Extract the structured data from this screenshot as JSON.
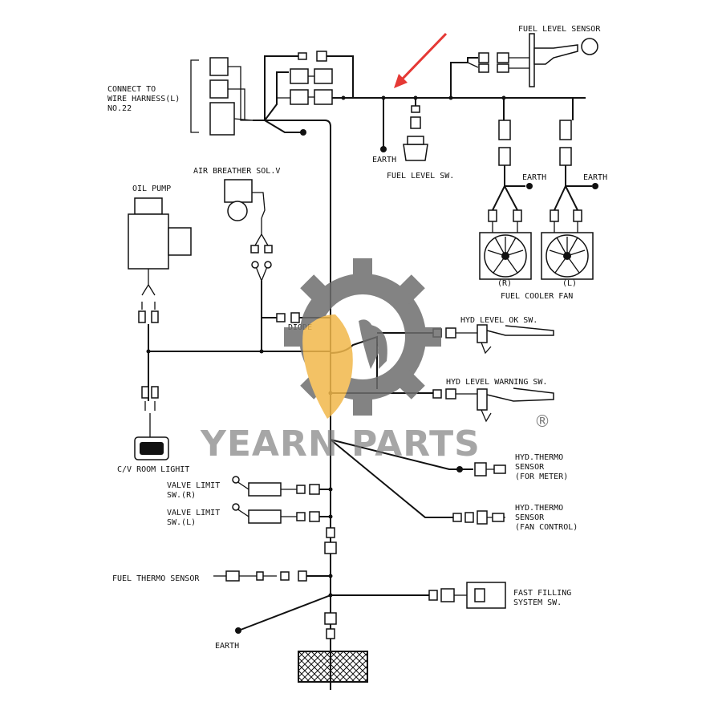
{
  "labels": {
    "connect": [
      "CONNECT TO",
      "WIRE HARNESS(L)",
      "NO.22"
    ],
    "fuel_level_sensor": "FUEL LEVEL SENSOR",
    "earth_top": "EARTH",
    "fuel_level_sw": "FUEL LEVEL SW.",
    "earth_r": "EARTH",
    "earth_l": "EARTH",
    "fan_r": "(R)",
    "fan_l": "(L)",
    "fuel_cooler_fan": "FUEL COOLER FAN",
    "air_breather": "AIR BREATHER SOL.V",
    "oil_pump": "OIL PUMP",
    "diode": "DIODE",
    "hyd_level_ok": "HYD LEVEL OK SW.",
    "hyd_level_warning": "HYD LEVEL WARNING SW.",
    "room_light": "C/V ROOM LIGHIT",
    "hyd_thermo_meter": [
      "HYD.THERMO",
      "SENSOR",
      "(FOR METER)"
    ],
    "hyd_thermo_fan": [
      "HYD.THERMO",
      "SENSOR",
      "(FAN CONTROL)"
    ],
    "valve_limit_r": [
      "VALVE LIMIT",
      "SW.(R)"
    ],
    "valve_limit_l": [
      "VALVE LIMIT",
      "SW.(L)"
    ],
    "fuel_thermo_sensor": "FUEL THERMO SENSOR",
    "fast_filling": [
      "FAST FILLING",
      "SYSTEM SW."
    ],
    "earth_bottom": "EARTH"
  },
  "watermark": {
    "text": "YEARN PARTS",
    "registered": "®",
    "gear_color": "#6e6e6e",
    "leaf_color": "#f2b84b"
  },
  "colors": {
    "arrow": "#e53935",
    "line": "#111111"
  }
}
